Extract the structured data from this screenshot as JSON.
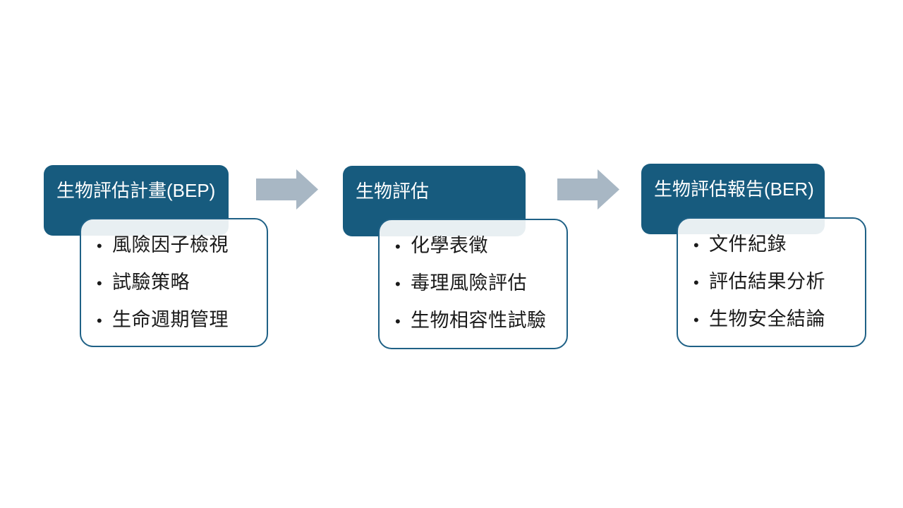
{
  "slide": {
    "background_color": "#ffffff",
    "accent_color": "#175b7e",
    "card_border_color": "#1f6186",
    "arrow_color": "#a8b7c4",
    "text_color": "#1a1a1a",
    "header_text_color": "#ffffff",
    "bullet_glyph": "•"
  },
  "stages": [
    {
      "id": "bep",
      "title": "生物評估計畫(BEP)",
      "items": [
        "風險因子檢視",
        "試驗策略",
        "生命週期管理"
      ]
    },
    {
      "id": "bio-evaluation",
      "title": "生物評估",
      "items": [
        "化學表徵",
        "毒理風險評估",
        "生物相容性試驗"
      ]
    },
    {
      "id": "ber",
      "title": "生物評估報告(BER)",
      "items": [
        "文件紀錄",
        "評估結果分析",
        "生物安全結論"
      ]
    }
  ],
  "connectors": [
    {
      "id": "arrow-1",
      "from": "bep",
      "to": "bio-evaluation",
      "direction": "right"
    },
    {
      "id": "arrow-2",
      "from": "bio-evaluation",
      "to": "ber",
      "direction": "right"
    }
  ]
}
